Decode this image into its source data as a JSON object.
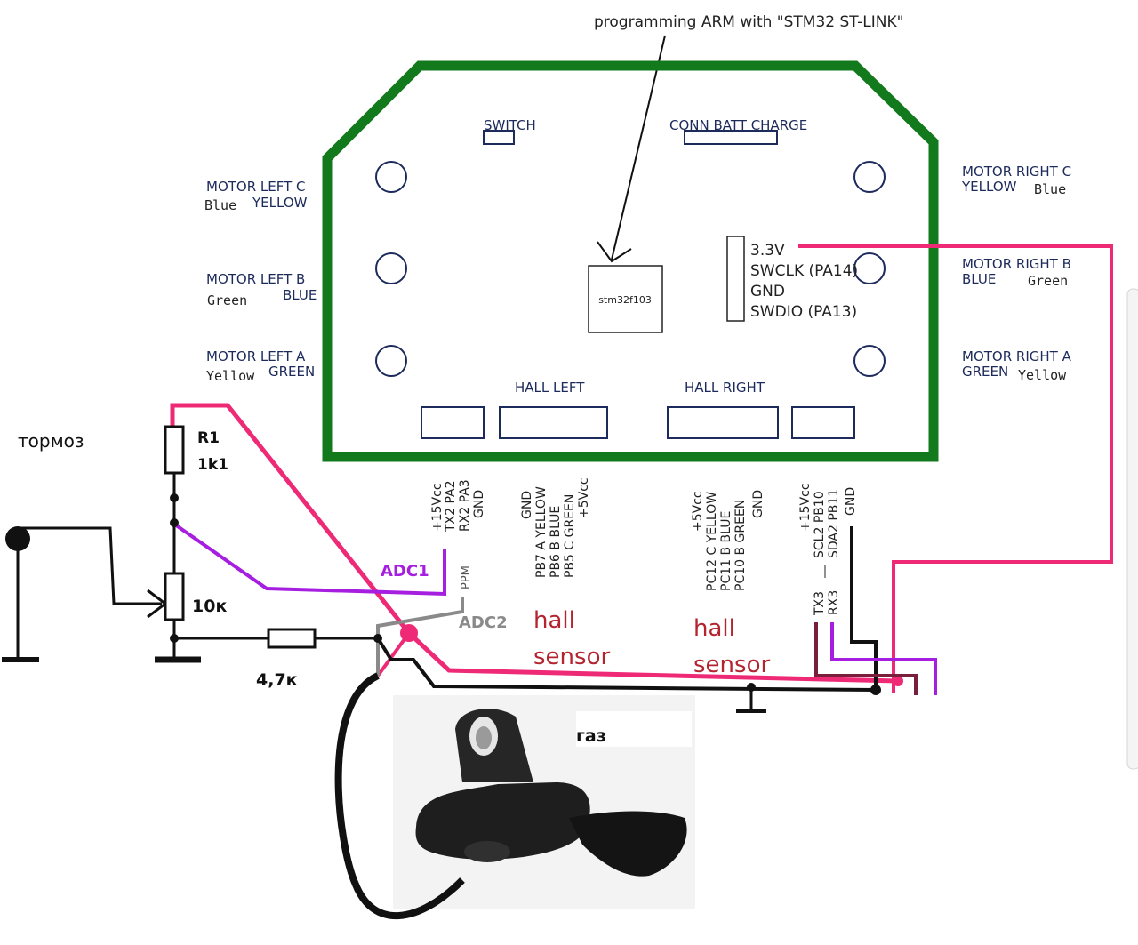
{
  "top_note": "programming ARM with \"STM32 ST-LINK\"",
  "board": {
    "switch": "SWITCH",
    "conn_batt_charge": "CONN BATT CHARGE",
    "chip": "stm32f103",
    "swd_pins": [
      "3.3V",
      "SWCLK (PA14)",
      "GND",
      "SWDIO (PA13)"
    ],
    "hall_left": "HALL LEFT",
    "hall_right": "HALL RIGHT"
  },
  "motor_left": [
    {
      "name": "MOTOR LEFT C",
      "wire1": "Blue",
      "wire2": "YELLOW"
    },
    {
      "name": "MOTOR LEFT B",
      "wire1": "Green",
      "wire2": "BLUE"
    },
    {
      "name": "MOTOR LEFT A",
      "wire1": "Yellow",
      "wire2": "GREEN"
    }
  ],
  "motor_right": [
    {
      "name": "MOTOR RIGHT C",
      "wire1": "YELLOW",
      "wire2": "Blue"
    },
    {
      "name": "MOTOR RIGHT B",
      "wire1": "BLUE",
      "wire2": "Green"
    },
    {
      "name": "MOTOR RIGHT A",
      "wire1": "GREEN",
      "wire2": "Yellow"
    }
  ],
  "connectors": {
    "left_uart": [
      "+15Vcc",
      "TX2 PA2",
      "RX2 PA3",
      "GND"
    ],
    "hall_left_pins": [
      "GND",
      "PB7 A YELLOW",
      "PB6 B BLUE",
      "PB5 C GREEN",
      "+5Vcc"
    ],
    "hall_right_pins": [
      "+5Vcc",
      "PC12 C YELLOW",
      "PC11 B BLUE",
      "PC10 B GREEN",
      "GND"
    ],
    "right_i2c": [
      "+15Vcc",
      "SCL2 PB10",
      "SDA2 PB11",
      "GND"
    ],
    "ppm": "PPM",
    "tx3": "TX3",
    "rx3": "RX3"
  },
  "annotations": {
    "adc1": "ADC1",
    "adc2": "ADC2",
    "hall": "hall",
    "sensor": "sensor",
    "brake": "тормоз",
    "throttle": "газ",
    "r1": "R1",
    "r1_value": "1k1",
    "pot_value": "10к",
    "resistor2_value": "4,7к"
  },
  "colors": {
    "board_outline": "#127a1c",
    "board_text": "#1c2a5c",
    "wire_pink": "#ee2a77",
    "wire_purple": "#a61ee0",
    "wire_maroon": "#7a1f3b",
    "wire_gray": "#8a8a8a",
    "wire_black": "#111111",
    "hall_text": "#b3242f",
    "adc1_text": "#a61ee0",
    "adc2_text": "#8a8a8a"
  }
}
